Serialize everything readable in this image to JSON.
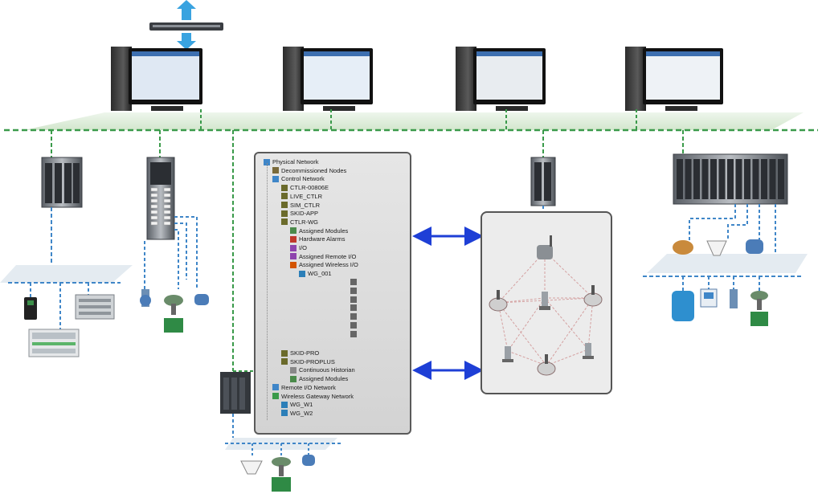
{
  "diagram": {
    "colors": {
      "network_line": "#3a9a4a",
      "io_line": "#3f86c8",
      "control_band": "#dcebd8",
      "arrow": "#1e3fd6",
      "panel_border": "#5a5a5a",
      "wireless_link": "#d4a0a0"
    },
    "workstations": [
      {
        "id": "ws-1",
        "screen": "trend-display"
      },
      {
        "id": "ws-2",
        "screen": "gauge-display"
      },
      {
        "id": "ws-3",
        "screen": "config-display"
      },
      {
        "id": "ws-4",
        "screen": "process-graphics"
      }
    ],
    "tree": [
      {
        "label": "Physical Network",
        "icon": "network-icon",
        "depth": 0
      },
      {
        "label": "Decommissioned Nodes",
        "icon": "folder-icon",
        "depth": 1
      },
      {
        "label": "Control Network",
        "icon": "network-icon",
        "depth": 1
      },
      {
        "label": "CTLR-00806E",
        "icon": "controller-icon",
        "depth": 2
      },
      {
        "label": "LIVE_CTLR",
        "icon": "controller-icon",
        "depth": 2
      },
      {
        "label": "SIM_CTLR",
        "icon": "controller-icon",
        "depth": 2
      },
      {
        "label": "SKID-APP",
        "icon": "controller-icon",
        "depth": 2
      },
      {
        "label": "CTLR-WG",
        "icon": "controller-icon",
        "depth": 2
      },
      {
        "label": "Assigned Modules",
        "icon": "modules-icon",
        "depth": 3
      },
      {
        "label": "Hardware Alarms",
        "icon": "alarm-icon",
        "depth": 3
      },
      {
        "label": "I/O",
        "icon": "io-icon",
        "depth": 3
      },
      {
        "label": "Assigned Remote I/O",
        "icon": "io-icon",
        "depth": 3
      },
      {
        "label": "Assigned Wireless I/O",
        "icon": "wireless-io-icon",
        "depth": 3
      },
      {
        "label": "WG_001",
        "icon": "gateway-icon",
        "depth": 4
      },
      {
        "label": "",
        "icon": "device-icon",
        "depth": 5
      },
      {
        "label": "",
        "icon": "device-icon",
        "depth": 5
      },
      {
        "label": "",
        "icon": "device-icon",
        "depth": 5
      },
      {
        "label": "",
        "icon": "device-icon",
        "depth": 5
      },
      {
        "label": "",
        "icon": "device-icon",
        "depth": 5
      },
      {
        "label": "",
        "icon": "device-icon",
        "depth": 5
      },
      {
        "label": "",
        "icon": "device-icon",
        "depth": 5
      },
      {
        "label": "SKID-PRO",
        "icon": "controller-icon",
        "depth": 2
      },
      {
        "label": "SKID-PROPLUS",
        "icon": "controller-icon",
        "depth": 2
      },
      {
        "label": "Continuous Historian",
        "icon": "historian-icon",
        "depth": 3
      },
      {
        "label": "Assigned Modules",
        "icon": "modules-icon",
        "depth": 3
      },
      {
        "label": "Remote I/O Network",
        "icon": "network-icon",
        "depth": 1
      },
      {
        "label": "Wireless Gateway Network",
        "icon": "wireless-icon",
        "depth": 1
      },
      {
        "label": "WG_W1",
        "icon": "gateway-icon",
        "depth": 2
      },
      {
        "label": "WG_W2",
        "icon": "gateway-icon",
        "depth": 2
      }
    ]
  }
}
